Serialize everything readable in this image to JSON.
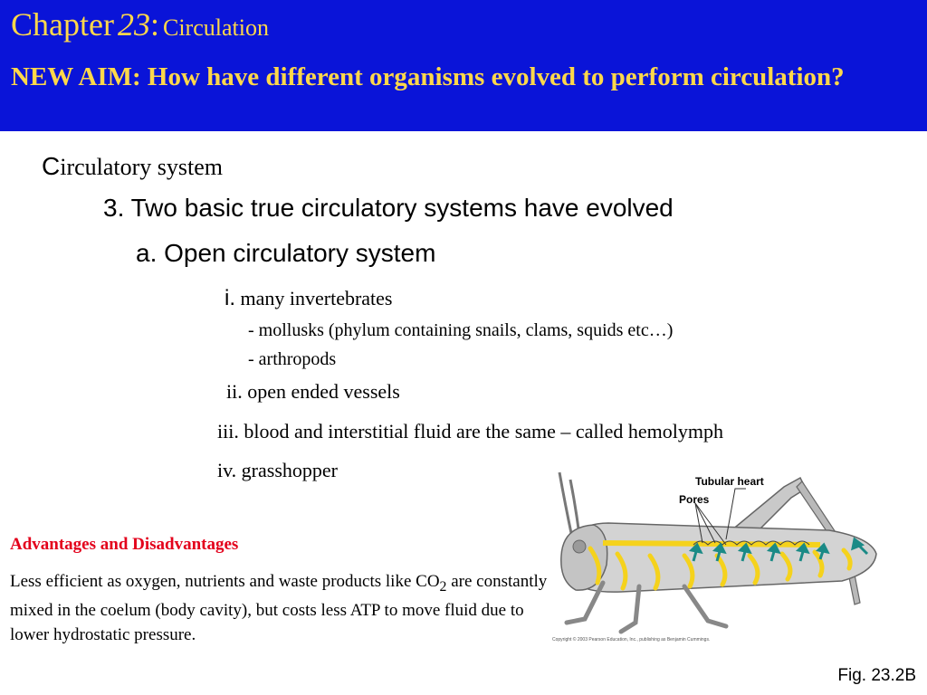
{
  "header": {
    "chapter_word": "Chapter",
    "chapter_number": "23",
    "colon": ":",
    "chapter_title": "Circulation",
    "aim": "NEW AIM: How have different organisms evolved to perform circulation?"
  },
  "outline": {
    "topic_first_letter": "C",
    "topic_rest": "irculatory system",
    "point3": "3. Two basic true circulatory systems have evolved",
    "point_a": "a. Open circulatory system",
    "item_i_num": "i.",
    "item_i_text": "many invertebrates",
    "item_i_sub1": "- mollusks (phylum containing snails, clams, squids etc…)",
    "item_i_sub2": "- arthropods",
    "item_ii": "ii. open ended vessels",
    "item_iii": "iii. blood and interstitial fluid are the same – called hemolymph",
    "item_iv": "iv. grasshopper"
  },
  "advantages": {
    "heading": "Advantages and Disadvantages",
    "body_part1": "Less efficient as oxygen, nutrients and waste products like CO",
    "subscript": "2",
    "body_part2": " are constantly mixed in the coelum (body cavity), but costs less ATP to move fluid due to lower hydrostatic pressure."
  },
  "figure": {
    "label_tubular_heart": "Tubular heart",
    "label_pores": "Pores",
    "copyright": "Copyright © 2003 Pearson Education, Inc., publishing as Benjamin Cummings.",
    "caption": "Fig. 23.2B"
  },
  "colors": {
    "header_bg": "#0a14d8",
    "header_text": "#ffd84a",
    "heading_red": "#e3001b",
    "hemolymph_yellow": "#f5d21c",
    "arrow_teal": "#1a8a86"
  }
}
